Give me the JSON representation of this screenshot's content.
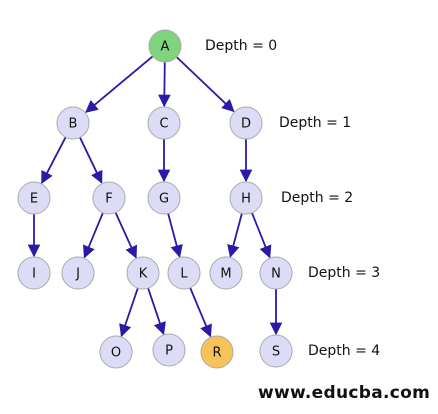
{
  "diagram": {
    "colors": {
      "node_fill": "#dcdcf7",
      "node_stroke": "#aaaaaa",
      "edge": "#2a1aa8",
      "root_fill": "#7fd47f",
      "highlight_fill": "#f6c35a"
    },
    "nodes": [
      {
        "id": "A",
        "label": "A",
        "style": "root"
      },
      {
        "id": "B",
        "label": "B",
        "style": "default"
      },
      {
        "id": "C",
        "label": "C",
        "style": "default"
      },
      {
        "id": "D",
        "label": "D",
        "style": "default"
      },
      {
        "id": "E",
        "label": "E",
        "style": "default"
      },
      {
        "id": "F",
        "label": "F",
        "style": "default"
      },
      {
        "id": "G",
        "label": "G",
        "style": "default"
      },
      {
        "id": "H",
        "label": "H",
        "style": "default"
      },
      {
        "id": "I",
        "label": "I",
        "style": "default"
      },
      {
        "id": "J",
        "label": "J",
        "style": "default"
      },
      {
        "id": "K",
        "label": "K",
        "style": "default"
      },
      {
        "id": "L",
        "label": "L",
        "style": "default"
      },
      {
        "id": "M",
        "label": "M",
        "style": "default"
      },
      {
        "id": "N",
        "label": "N",
        "style": "default"
      },
      {
        "id": "O",
        "label": "O",
        "style": "default"
      },
      {
        "id": "P",
        "label": "P",
        "style": "default"
      },
      {
        "id": "R",
        "label": "R",
        "style": "highlight"
      },
      {
        "id": "S",
        "label": "S",
        "style": "default"
      }
    ],
    "edges": [
      {
        "from": "A",
        "to": "B"
      },
      {
        "from": "A",
        "to": "C"
      },
      {
        "from": "A",
        "to": "D"
      },
      {
        "from": "B",
        "to": "E"
      },
      {
        "from": "B",
        "to": "F"
      },
      {
        "from": "C",
        "to": "G"
      },
      {
        "from": "D",
        "to": "H"
      },
      {
        "from": "E",
        "to": "I"
      },
      {
        "from": "F",
        "to": "J"
      },
      {
        "from": "F",
        "to": "K"
      },
      {
        "from": "G",
        "to": "L"
      },
      {
        "from": "H",
        "to": "M"
      },
      {
        "from": "H",
        "to": "N"
      },
      {
        "from": "K",
        "to": "O"
      },
      {
        "from": "K",
        "to": "P"
      },
      {
        "from": "L",
        "to": "R"
      },
      {
        "from": "N",
        "to": "S"
      }
    ],
    "depth_labels": [
      "Depth = 0",
      "Depth = 1",
      "Depth = 2",
      "Depth = 3",
      "Depth = 4"
    ]
  },
  "watermark": "www.educba.com"
}
